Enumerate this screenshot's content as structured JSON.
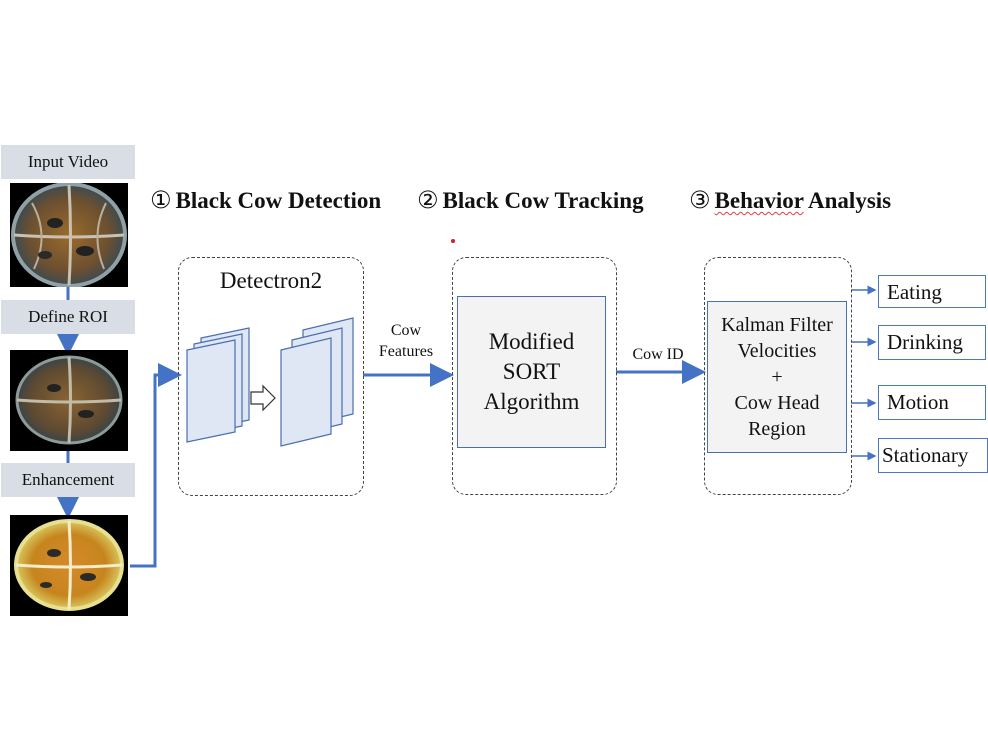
{
  "pipeline": {
    "input_label": "Input Video",
    "roi_label": "Define ROI",
    "enhance_label": "Enhancement"
  },
  "stages": {
    "detection": {
      "number": "①",
      "title": "Black Cow Detection"
    },
    "tracking": {
      "number": "②",
      "title": "Black Cow Tracking"
    },
    "analysis": {
      "number": "③",
      "title_part1": "Behavior",
      "title_part2": " Analysis"
    }
  },
  "detection_box": {
    "title": "Detectron2"
  },
  "edges": {
    "features_line1": "Cow",
    "features_line2": "Features",
    "cow_id": "Cow ID"
  },
  "tracking_box": {
    "line1": "Modified",
    "line2": "SORT",
    "line3": "Algorithm"
  },
  "analysis_box": {
    "line1": "Kalman Filter",
    "line2": "Velocities",
    "line3": "+",
    "line4": "Cow Head",
    "line5": "Region"
  },
  "outputs": [
    "Eating",
    "Drinking",
    "Motion",
    "Stationary"
  ],
  "colors": {
    "arrow": "#4472c4",
    "label_bg": "#d9dee6",
    "layer_fill": "#dfe6f4"
  }
}
